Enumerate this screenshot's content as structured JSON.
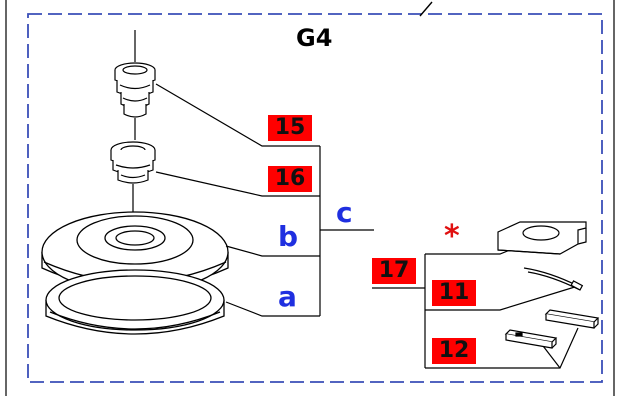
{
  "diagram": {
    "title": "G4",
    "part_tags": {
      "p15": "15",
      "p16": "16",
      "p17": "17",
      "p11": "11",
      "p12": "12"
    },
    "group_letters": {
      "a": "a",
      "b": "b",
      "c": "c"
    },
    "marker": "*",
    "colors": {
      "tag_background": "#ff0000",
      "group_letter": "#1f2fe0",
      "asterisk": "#e01010",
      "frame_dash": "#3a4fb8",
      "line": "#000000"
    }
  }
}
